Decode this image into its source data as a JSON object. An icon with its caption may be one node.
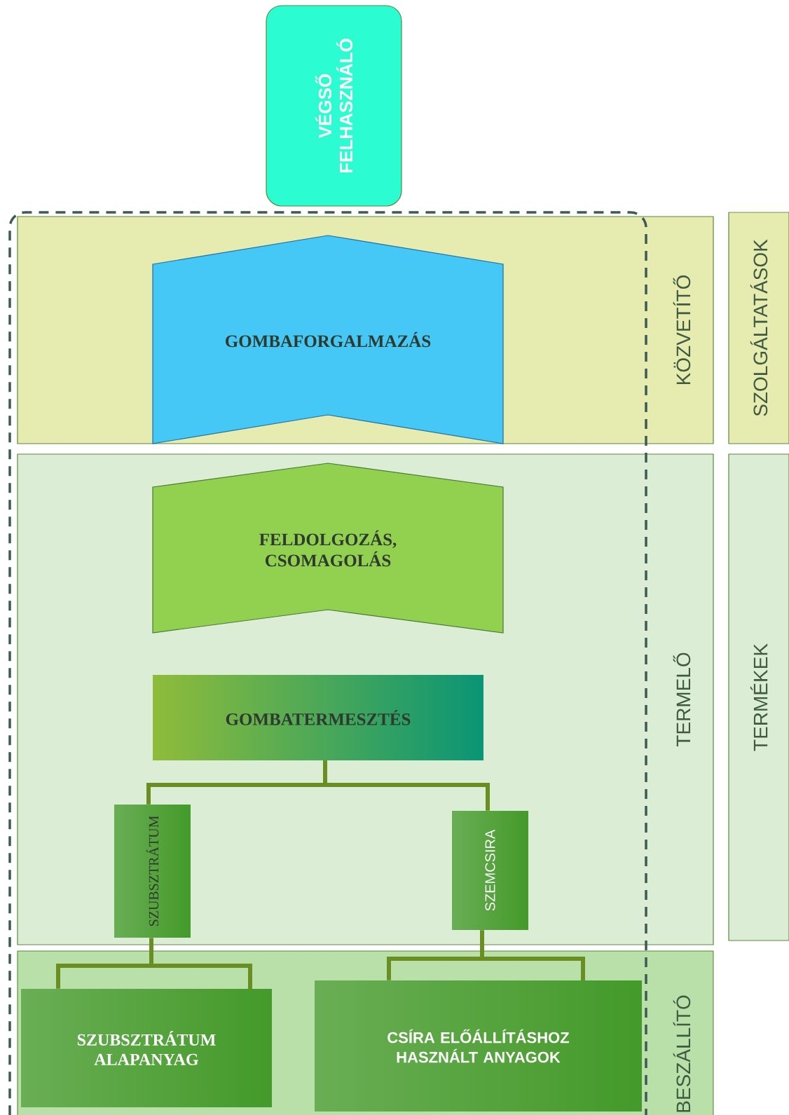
{
  "diagram": {
    "nodes": [
      {
        "text": [
          "VÉGSŐ FELHASZNÁLÓ"
        ]
      },
      {
        "text": [
          "KÖZVETÍTŐ"
        ]
      },
      {
        "text": [
          "GOMBAFORGALMAZÁS"
        ],
        "in": 1
      },
      {
        "text": [
          "TERMELŐ"
        ]
      },
      {
        "text": [
          "FELDOLGOZÁS, CSOMAGOLÁS"
        ],
        "in": 3
      },
      {
        "text": [
          "GOMBATERMESZTÉS"
        ],
        "in": 3
      },
      {
        "text": [
          "SZUBSZTRÁTUM"
        ],
        "in": 3
      },
      {
        "text": [
          "SZEMCSIRA"
        ],
        "in": 3
      },
      {
        "text": [
          "BESZÁLLÍTÓ"
        ]
      },
      {
        "text": [
          "SZUBSZTRÁTUM ALAPANYAG"
        ],
        "in": 8
      },
      {
        "text": [
          "CSÍRA ELŐÁLLÍTÁSHOZ HASZNÁLT ANYAGOK"
        ],
        "in": 8
      },
      {
        "text": [
          "SZOLGÁLTATÁSOK"
        ]
      },
      {
        "text": [
          "TERMÉKEK"
        ]
      }
    ],
    "edges": [
      {
        "from": 5,
        "to": 6,
        "arrow": "none"
      },
      {
        "from": 5,
        "to": 7,
        "arrow": "none"
      },
      {
        "from": 6,
        "to": 9,
        "arrow": "none"
      },
      {
        "from": 7,
        "to": 10,
        "arrow": "none"
      }
    ]
  }
}
